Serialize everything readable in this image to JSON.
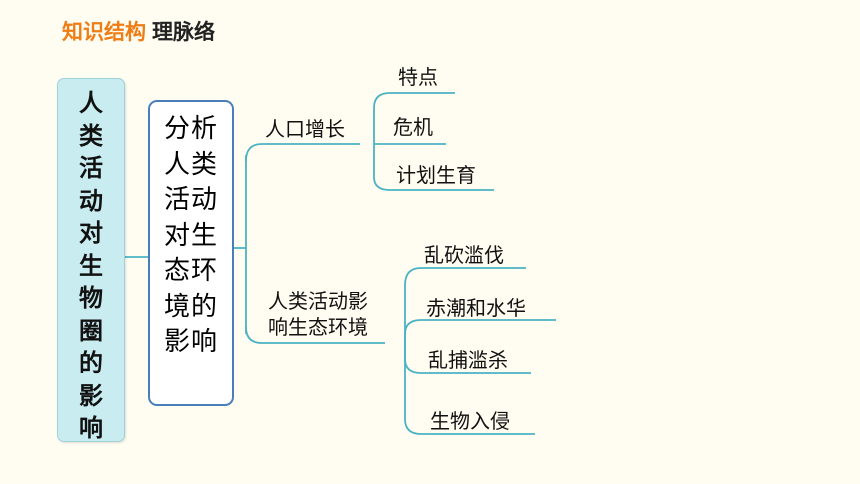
{
  "header": {
    "section_label": "知识结构",
    "subtitle": "理脉络"
  },
  "root": {
    "chars": [
      "人",
      "类",
      "活",
      "动",
      "对",
      "生",
      "物",
      "圈",
      "的",
      "影",
      "响"
    ]
  },
  "topic": {
    "lines": [
      "分析",
      "人类",
      "活动",
      "对生",
      "态环",
      "境的",
      "影响"
    ]
  },
  "branches": [
    {
      "label": "人口增长",
      "children": [
        "特点",
        "危机",
        "计划生育"
      ]
    },
    {
      "label_lines": [
        "人类活动影",
        "响生态环境"
      ],
      "children": [
        "乱砍滥伐",
        "赤潮和水华",
        "乱捕滥杀",
        "生物入侵"
      ]
    }
  ],
  "colors": {
    "accent": "#ef7d16",
    "connector": "#4bb3c4",
    "root_fill": "#c9ecf1",
    "topic_border": "#4a7ebb",
    "background": "#fffdf1"
  }
}
